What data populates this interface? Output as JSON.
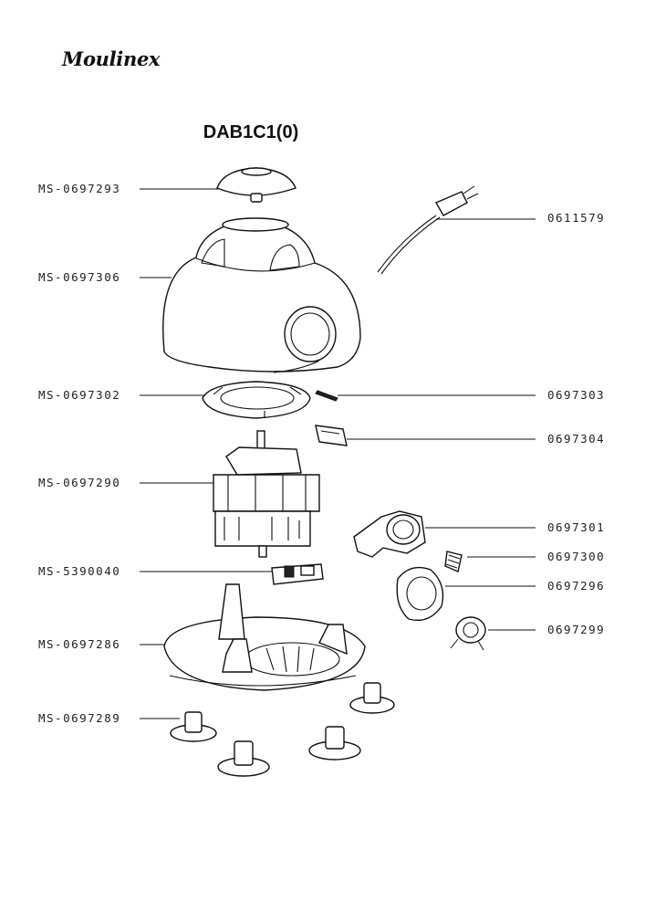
{
  "brand": "Moulinex",
  "model": "DAB1C1(0)",
  "left_parts": [
    "MS-0697293",
    "MS-0697306",
    "MS-0697302",
    "MS-0697290",
    "MS-5390040",
    "MS-0697286",
    "MS-0697289"
  ],
  "right_parts": [
    "0611579",
    "0697303",
    "0697304",
    "0697301",
    "0697300",
    "0697296",
    "0697299"
  ]
}
